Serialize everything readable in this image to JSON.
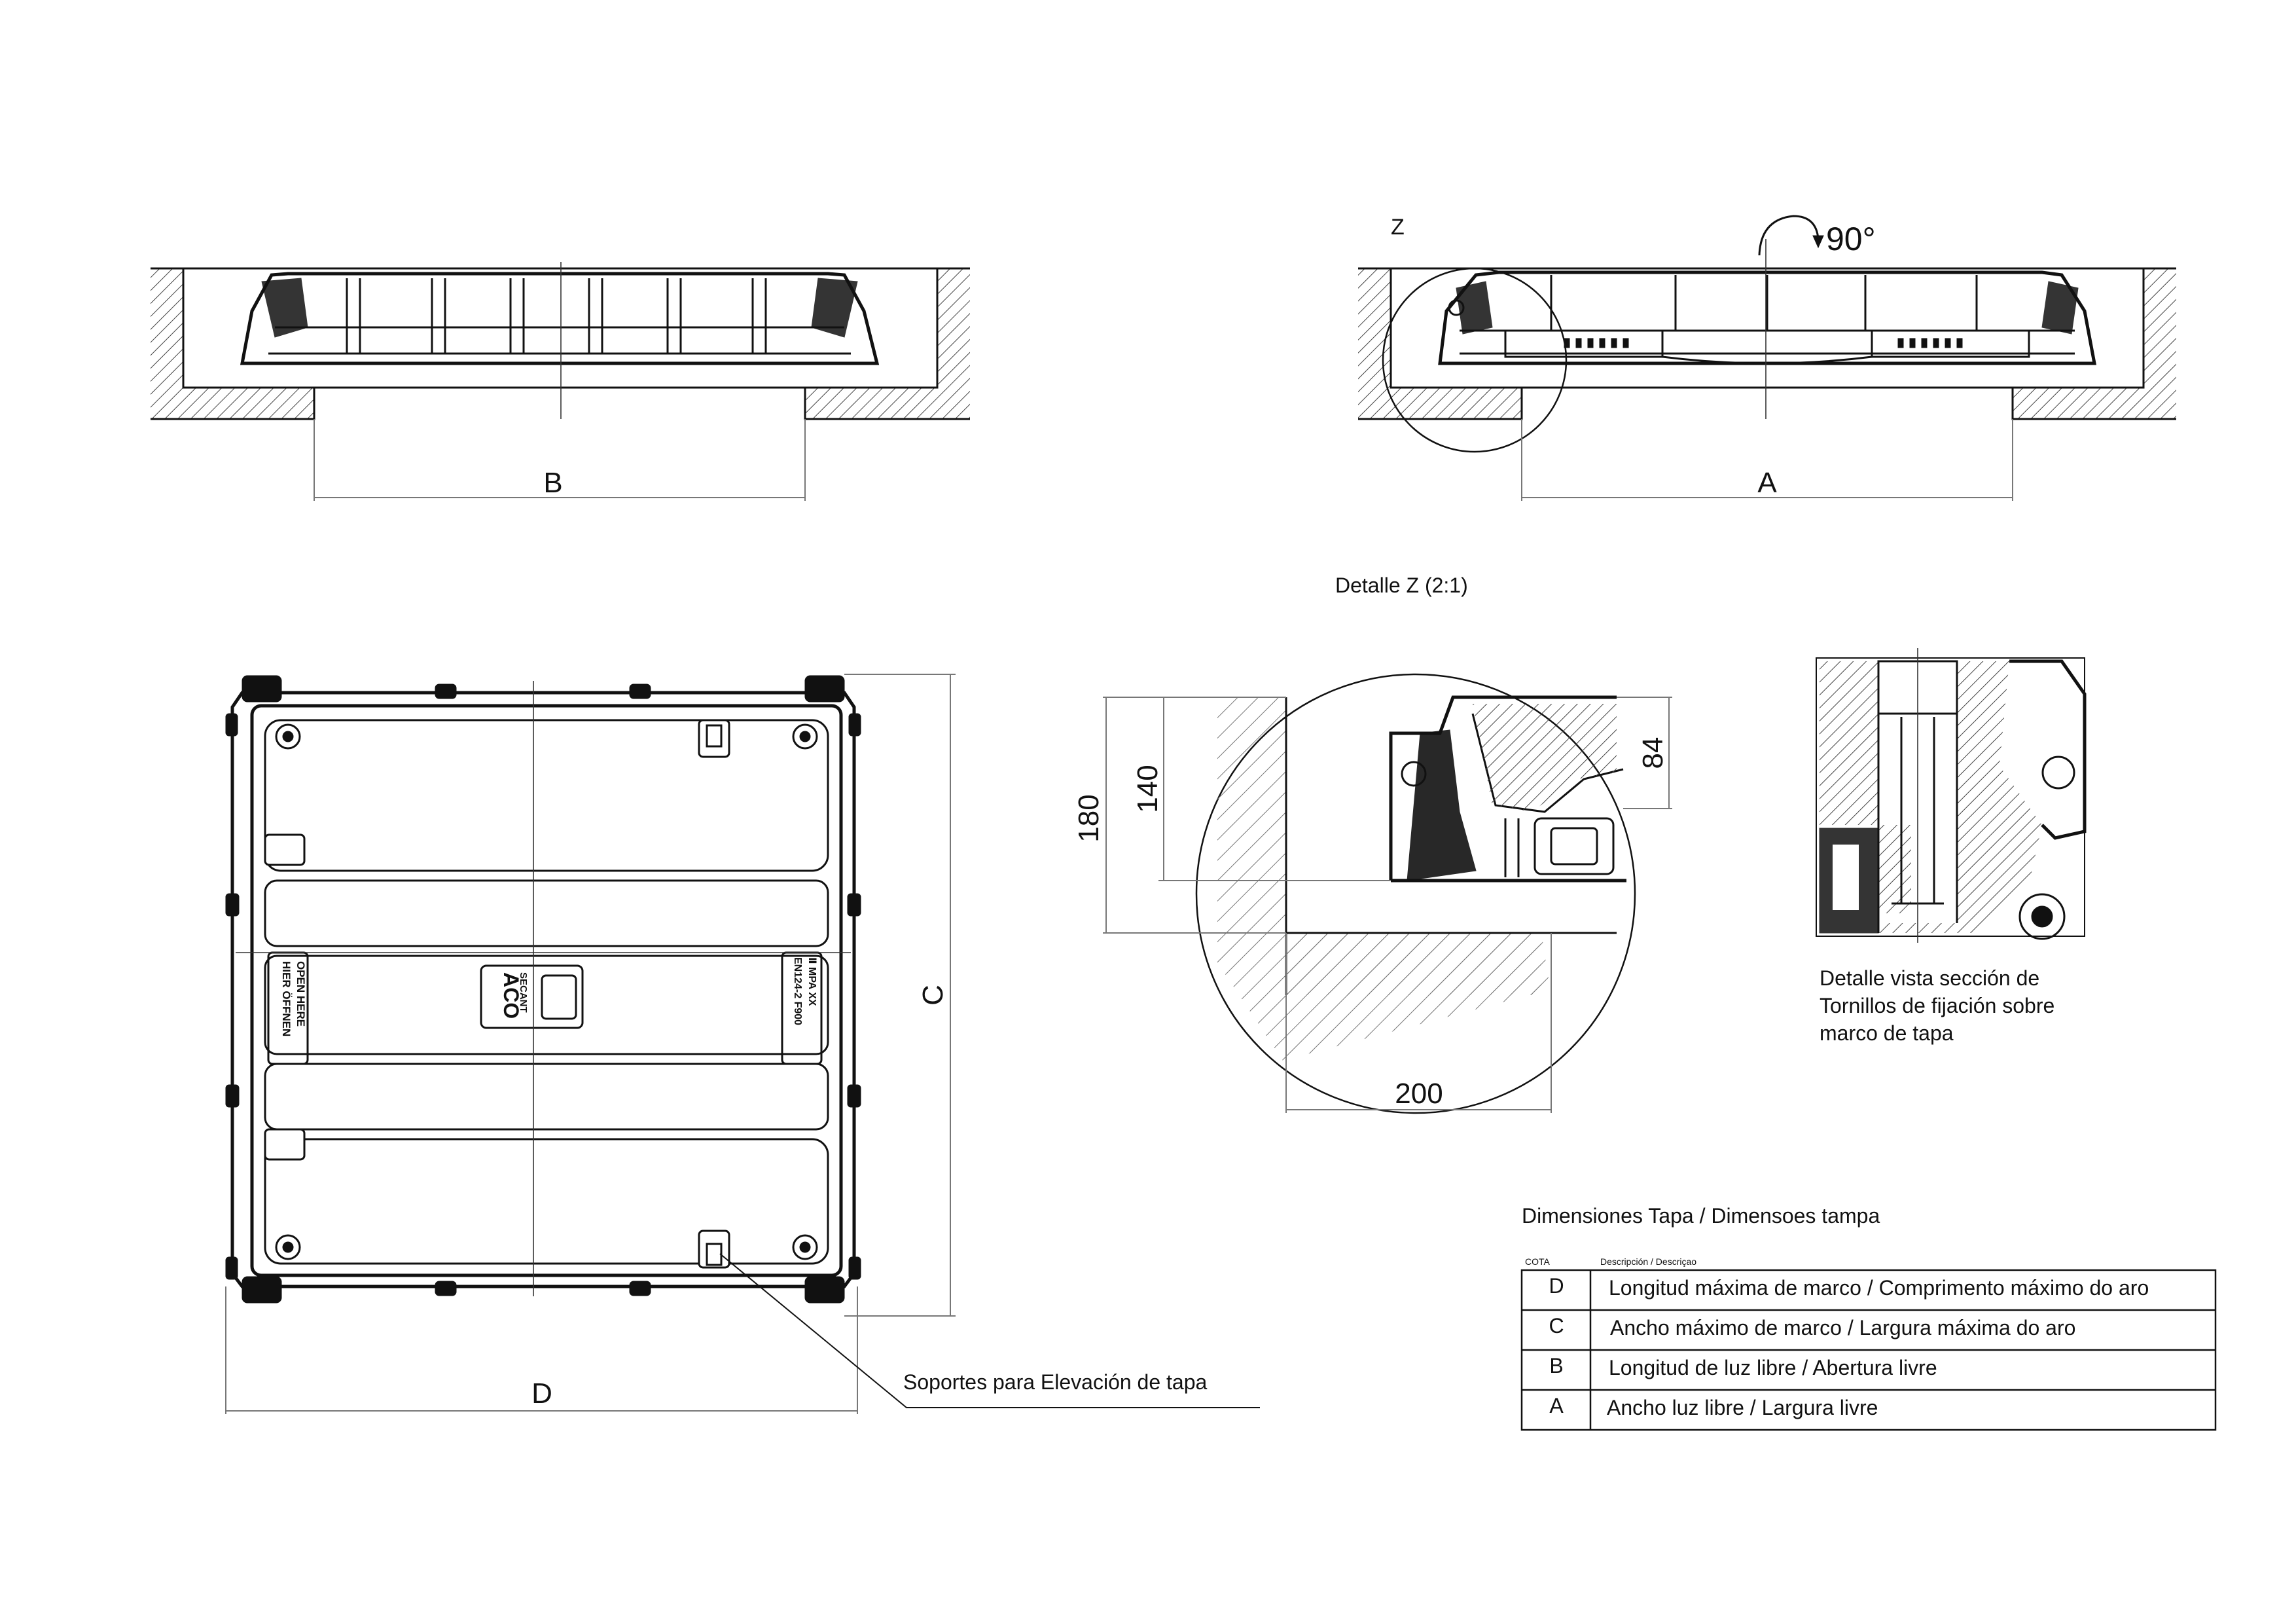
{
  "views": {
    "section_b": {
      "dim_label": "B"
    },
    "section_a": {
      "dim_label": "A",
      "detail_marker": "Z",
      "rotation_label": "90°"
    },
    "plan": {
      "dim_width_label": "D",
      "dim_height_label": "C",
      "callout": "Soportes para Elevación de tapa",
      "plate_left_line1": "HIER ÖFFNEN",
      "plate_left_line2": "OPEN HERE",
      "plate_logo": "ACO",
      "plate_brand": "SECANT",
      "plate_right_line1": "EN124-2  F900",
      "plate_right_line2": "Ⅱ MPA XX"
    },
    "detail_z": {
      "title": "Detalle Z (2:1)",
      "dim_180": "180",
      "dim_140": "140",
      "dim_84": "84",
      "dim_200": "200"
    },
    "detail_section": {
      "caption_line1": "Detalle vista sección de",
      "caption_line2": "Tornillos de fijación sobre",
      "caption_line3": "marco de tapa"
    }
  },
  "dimensions_table": {
    "title": "Dimensiones Tapa / Dimensoes tampa",
    "header_cota": "COTA",
    "header_desc": "Descripción / Descriçao",
    "rows": [
      {
        "cota": "D",
        "desc": "Longitud máxima de marco / Comprimento máximo do aro"
      },
      {
        "cota": "C",
        "desc": "Ancho máximo de marco / Largura máxima do aro"
      },
      {
        "cota": "B",
        "desc": "Longitud de luz libre / Abertura livre"
      },
      {
        "cota": "A",
        "desc": "Ancho luz libre / Largura livre"
      }
    ]
  }
}
